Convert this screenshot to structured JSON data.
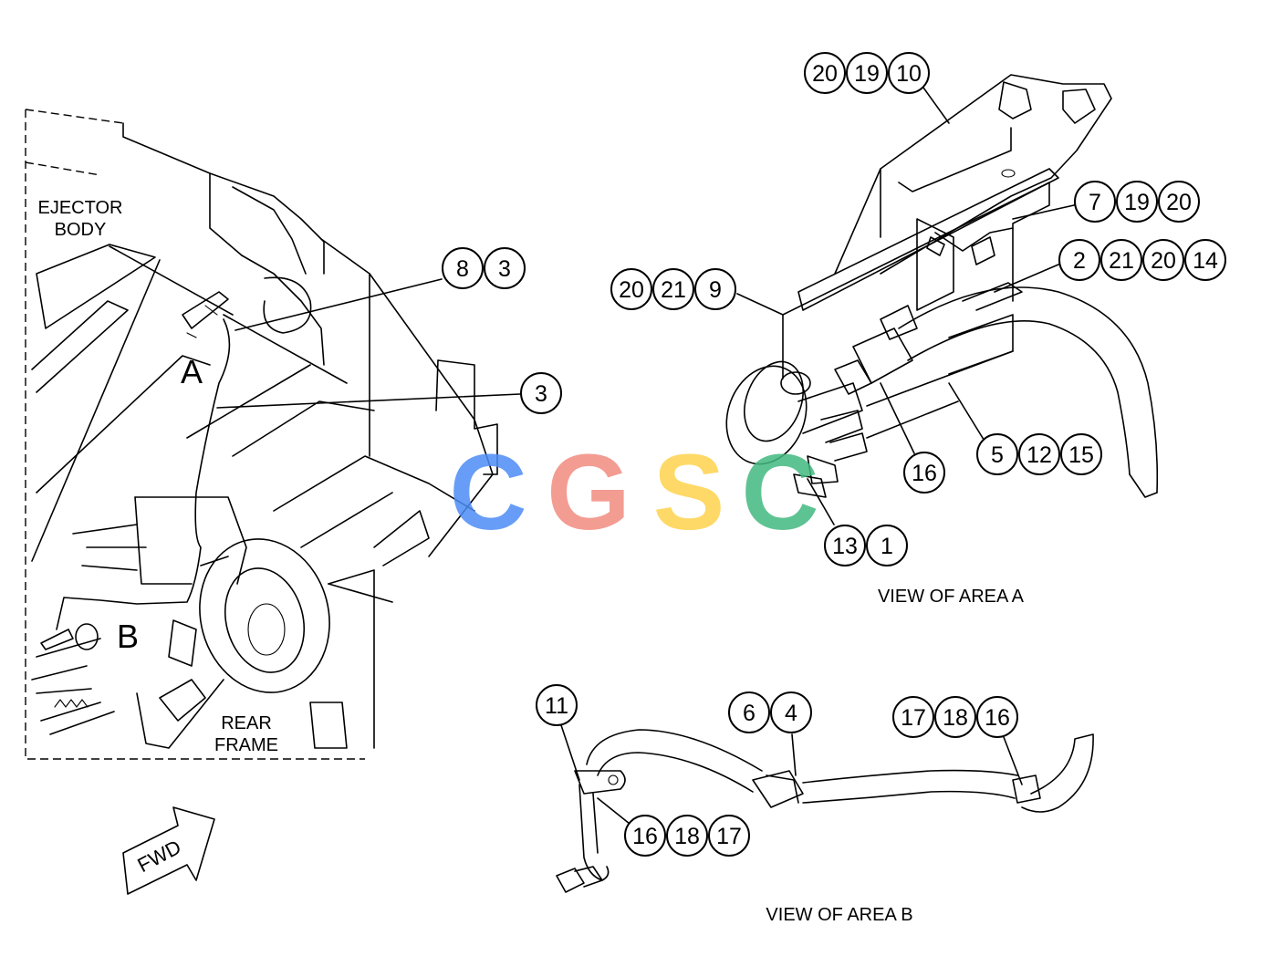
{
  "watermark": {
    "letters": [
      "C",
      "G",
      "S",
      "C"
    ],
    "colors": [
      "#4d8df6",
      "#f28b7f",
      "#ffd34d",
      "#43b97f"
    ]
  },
  "labels": {
    "ejector_body_line1": "EJECTOR",
    "ejector_body_line2": "BODY",
    "rear_frame_line1": "REAR",
    "rear_frame_line2": "FRAME",
    "area_a": "A",
    "area_b": "B",
    "fwd": "FWD",
    "view_a": "VIEW OF AREA A",
    "view_b": "VIEW OF AREA B"
  },
  "callouts": {
    "c_8_3": [
      "8",
      "3"
    ],
    "c_3": [
      "3"
    ],
    "c_20_19_10": [
      "20",
      "19",
      "10"
    ],
    "c_7_19_20": [
      "7",
      "19",
      "20"
    ],
    "c_2_21_20_14": [
      "2",
      "21",
      "20",
      "14"
    ],
    "c_20_21_9": [
      "20",
      "21",
      "9"
    ],
    "c_5_12_15": [
      "5",
      "12",
      "15"
    ],
    "c_16": [
      "16"
    ],
    "c_13_1": [
      "13",
      "1"
    ],
    "c_11": [
      "11"
    ],
    "c_6_4": [
      "6",
      "4"
    ],
    "c_17_18_16": [
      "17",
      "18",
      "16"
    ],
    "c_16_18_17": [
      "16",
      "18",
      "17"
    ]
  }
}
